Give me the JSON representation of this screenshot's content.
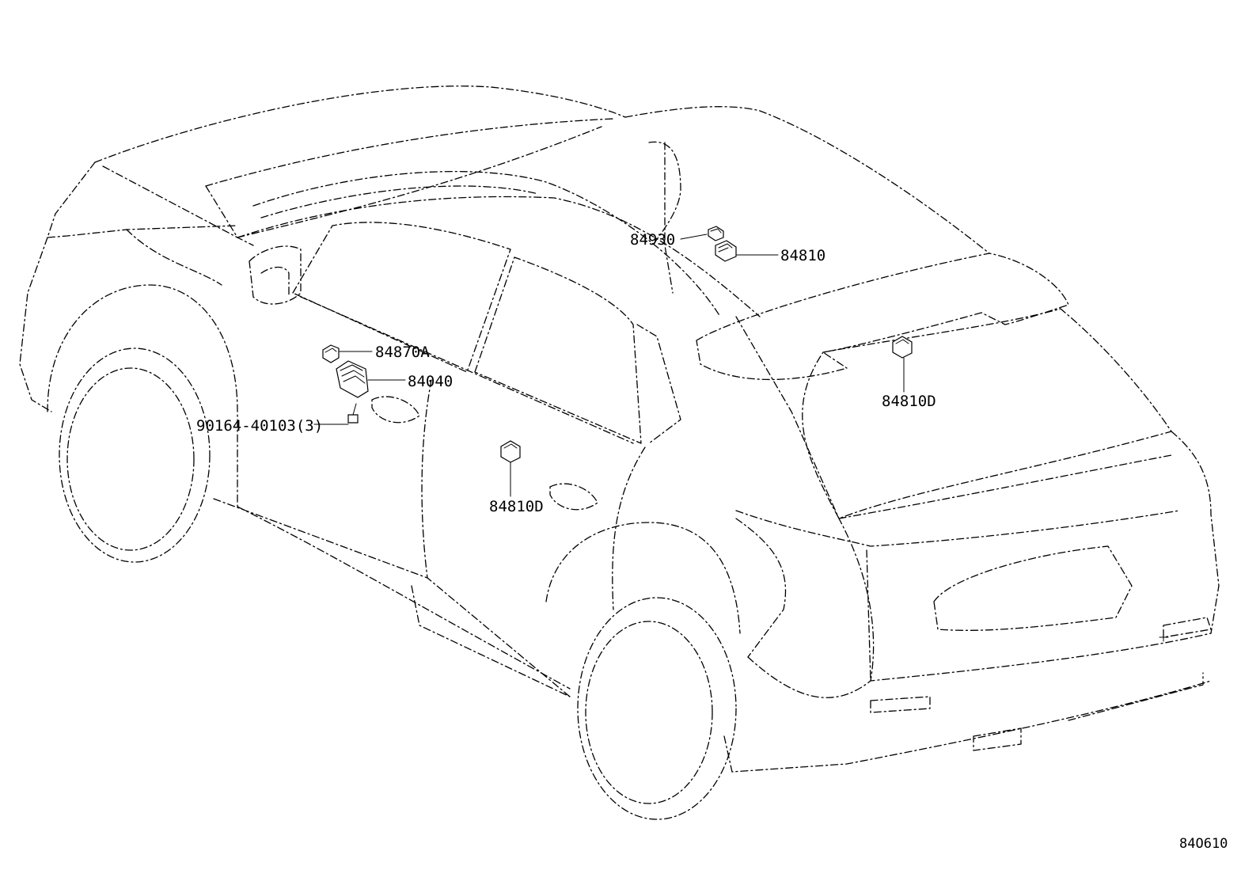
{
  "diagram": {
    "callouts": {
      "part_84930": "84930",
      "part_84810": "84810",
      "part_84870A": "84870A",
      "part_84040": "84040",
      "part_90164": "90164-40103(3)",
      "part_84810D_rear": "84810D",
      "part_84810D_door": "84810D"
    },
    "figure_code": "84O610"
  }
}
